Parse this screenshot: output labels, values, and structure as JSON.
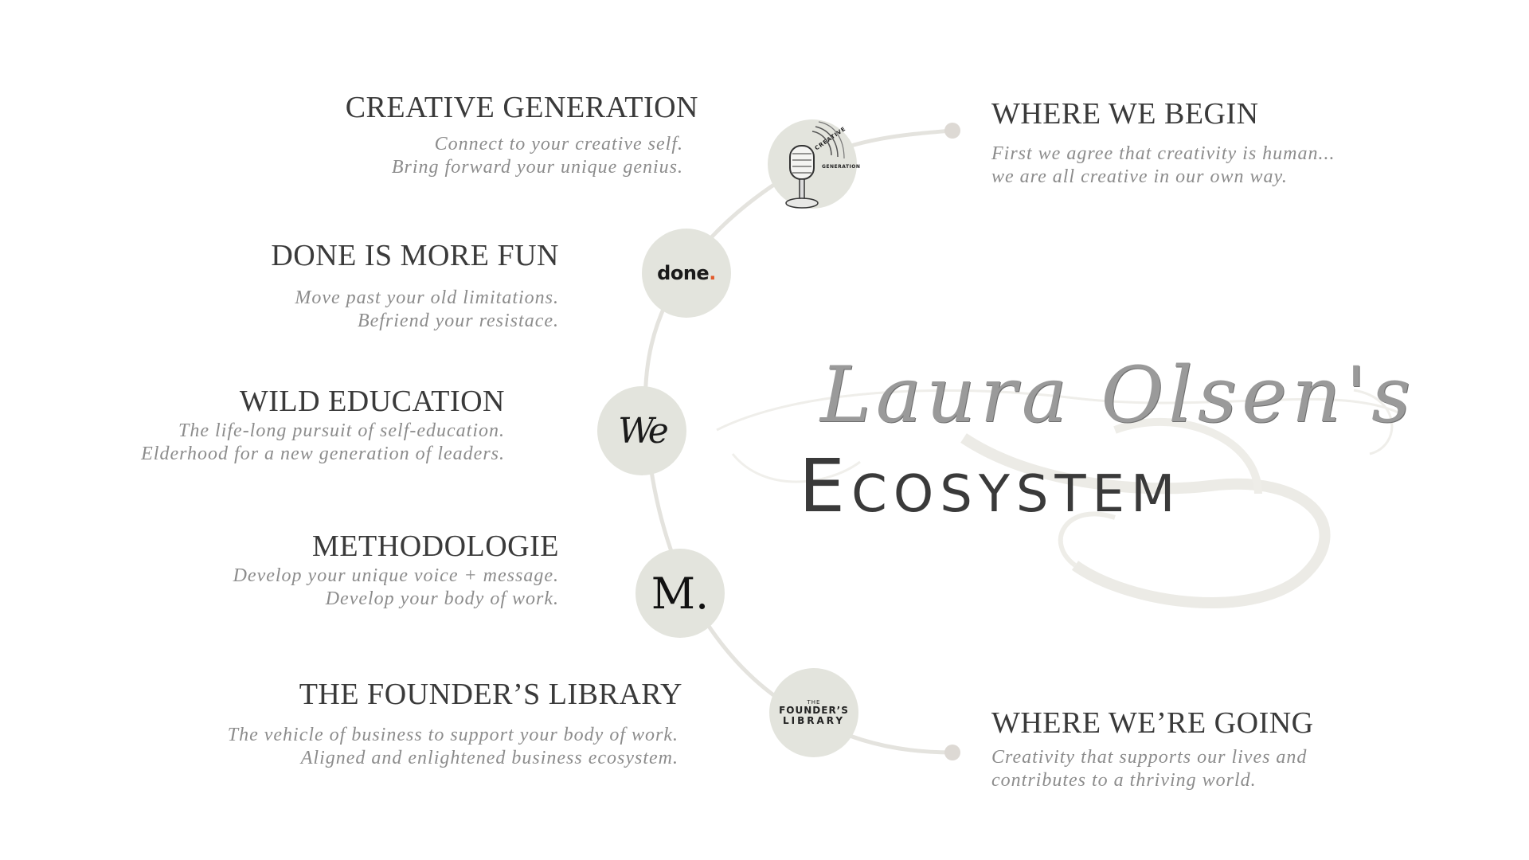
{
  "title": {
    "script": "Laura Olsen's",
    "main": "Ecosystem"
  },
  "start": {
    "heading": "WHERE WE BEGIN",
    "line1": "First we agree that creativity is human...",
    "line2": "we are all creative in our own way."
  },
  "end": {
    "heading": "WHERE WE’RE GOING",
    "line1": "Creativity that supports our lives and",
    "line2": "contributes to a thriving world."
  },
  "items": [
    {
      "heading": "CREATIVE GENERATION",
      "line1": "Connect to your creative self.",
      "line2": "Bring forward your unique genius.",
      "logo_top": "CREATIVE",
      "logo_bottom": "GENERATION"
    },
    {
      "heading": "DONE IS MORE FUN",
      "line1": "Move past your old limitations.",
      "line2": "Befriend your resistace.",
      "logo": "done"
    },
    {
      "heading": "WILD EDUCATION",
      "line1": "The life-long pursuit of self-education.",
      "line2": "Elderhood for a new generation of leaders.",
      "logo": "We"
    },
    {
      "heading": "METHODOLOGIE",
      "line1": "Develop your unique voice + message.",
      "line2": "Develop your body of work.",
      "logo": "M."
    },
    {
      "heading": "THE FOUNDER’S LIBRARY",
      "line1": "The vehicle of business to support your body of work.",
      "line2": "Aligned and enlightened business ecosystem.",
      "logo_line1": "THE",
      "logo_line2": "FOUNDER’S",
      "logo_line3": "LIBRARY"
    }
  ],
  "colors": {
    "node_fill": "#e3e4dd",
    "arc": "#e4e3de",
    "endpoint_dot": "#ddd9d4",
    "heading": "#3a3a3a",
    "description": "#8c8c8c",
    "done_accent": "#e2592a"
  }
}
